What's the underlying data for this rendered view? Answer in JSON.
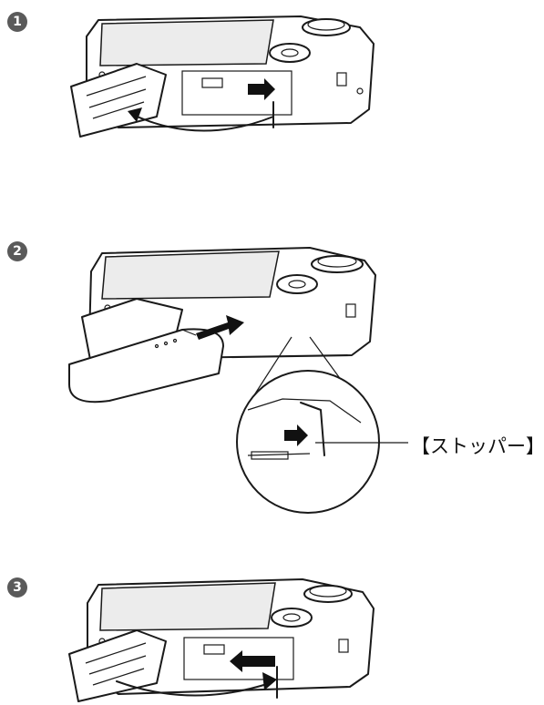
{
  "steps": [
    {
      "number": "1"
    },
    {
      "number": "2"
    },
    {
      "number": "3"
    }
  ],
  "callout": {
    "label": "【ストッパー】"
  }
}
